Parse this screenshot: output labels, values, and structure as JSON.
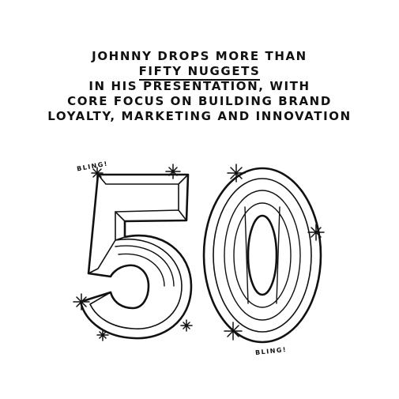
{
  "headline": {
    "line1": "JOHNNY DROPS MORE THAN",
    "line2": "FIFTY NUGGETS",
    "line3": "IN HIS PRESENTATION, WITH",
    "line4": "CORE FOCUS ON BUILDING BRAND",
    "line5": "LOYALTY, MARKETING AND INNOVATION"
  },
  "number_text": "50",
  "bling_top": "BLING!",
  "bling_bottom": "BLING!",
  "colors": {
    "ink": "#111111",
    "background": "#ffffff"
  }
}
